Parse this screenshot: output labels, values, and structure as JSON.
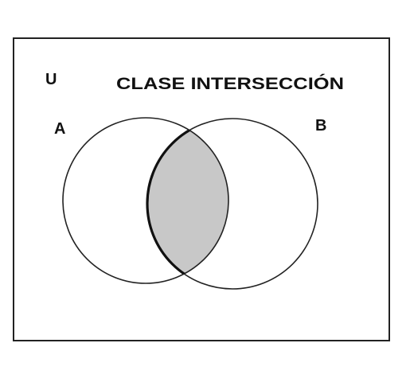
{
  "diagram": {
    "title": "CLASE INTERSECCIÓN",
    "universe_label": "U",
    "set_a_label": "A",
    "set_b_label": "B",
    "colors": {
      "background": "#ffffff",
      "stroke": "#222222",
      "intersection_fill": "#c8c8c8",
      "text": "#111111"
    }
  }
}
